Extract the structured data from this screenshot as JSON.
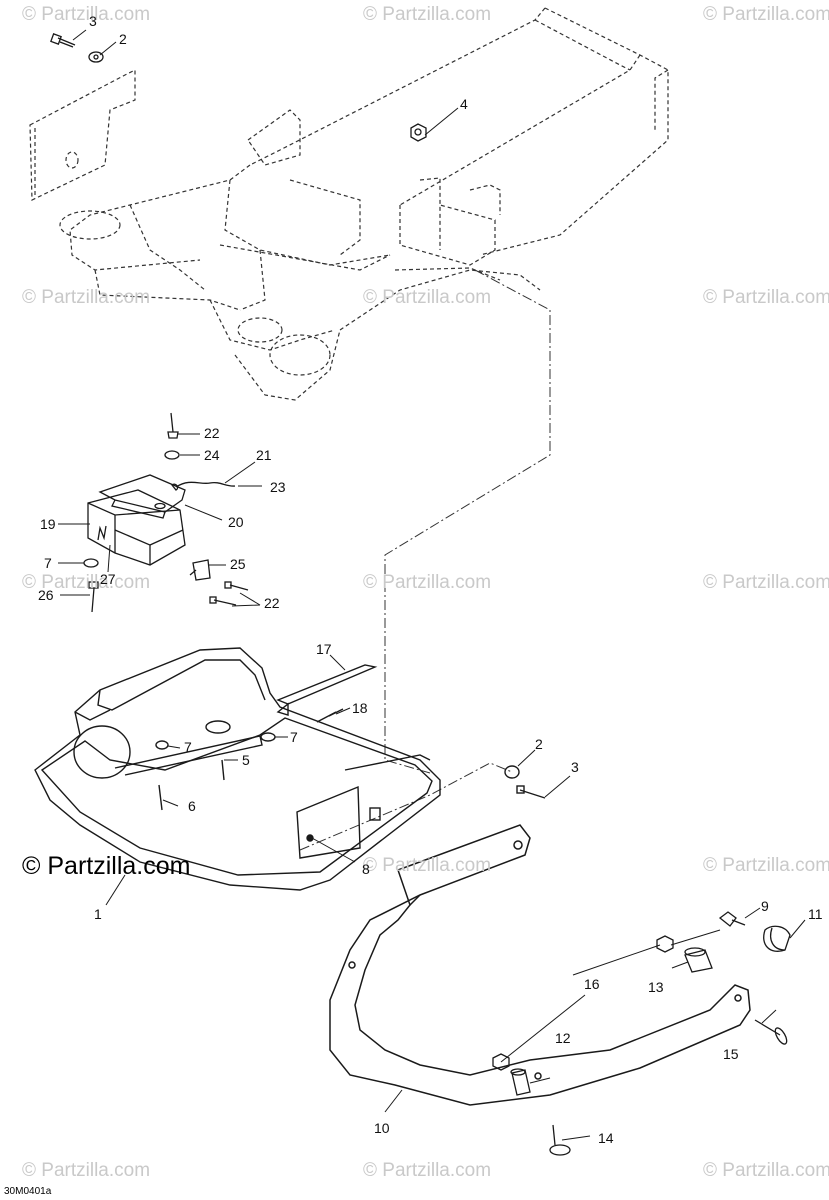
{
  "watermark": "© Partzilla.com",
  "brand": "© Partzilla.com",
  "drawing_code": "30M0401a",
  "labels": {
    "l3a": "3",
    "l2a": "2",
    "l4": "4",
    "l22a": "22",
    "l24": "24",
    "l21": "21",
    "l23": "23",
    "l20": "20",
    "l19": "19",
    "l7a": "7",
    "l27": "27",
    "l25": "25",
    "l26": "26",
    "l22b": "22",
    "l17": "17",
    "l18": "18",
    "l7b": "7",
    "l7c": "7",
    "l5": "5",
    "l6": "6",
    "l2b": "2",
    "l3b": "3",
    "l8": "8",
    "l1": "1",
    "l9": "9",
    "l11": "11",
    "l16": "16",
    "l13": "13",
    "l15": "15",
    "l12": "12",
    "l10": "10",
    "l14": "14"
  },
  "colors": {
    "line": "#1a1a1a",
    "watermark": "#c9c9c9",
    "background": "#ffffff"
  }
}
